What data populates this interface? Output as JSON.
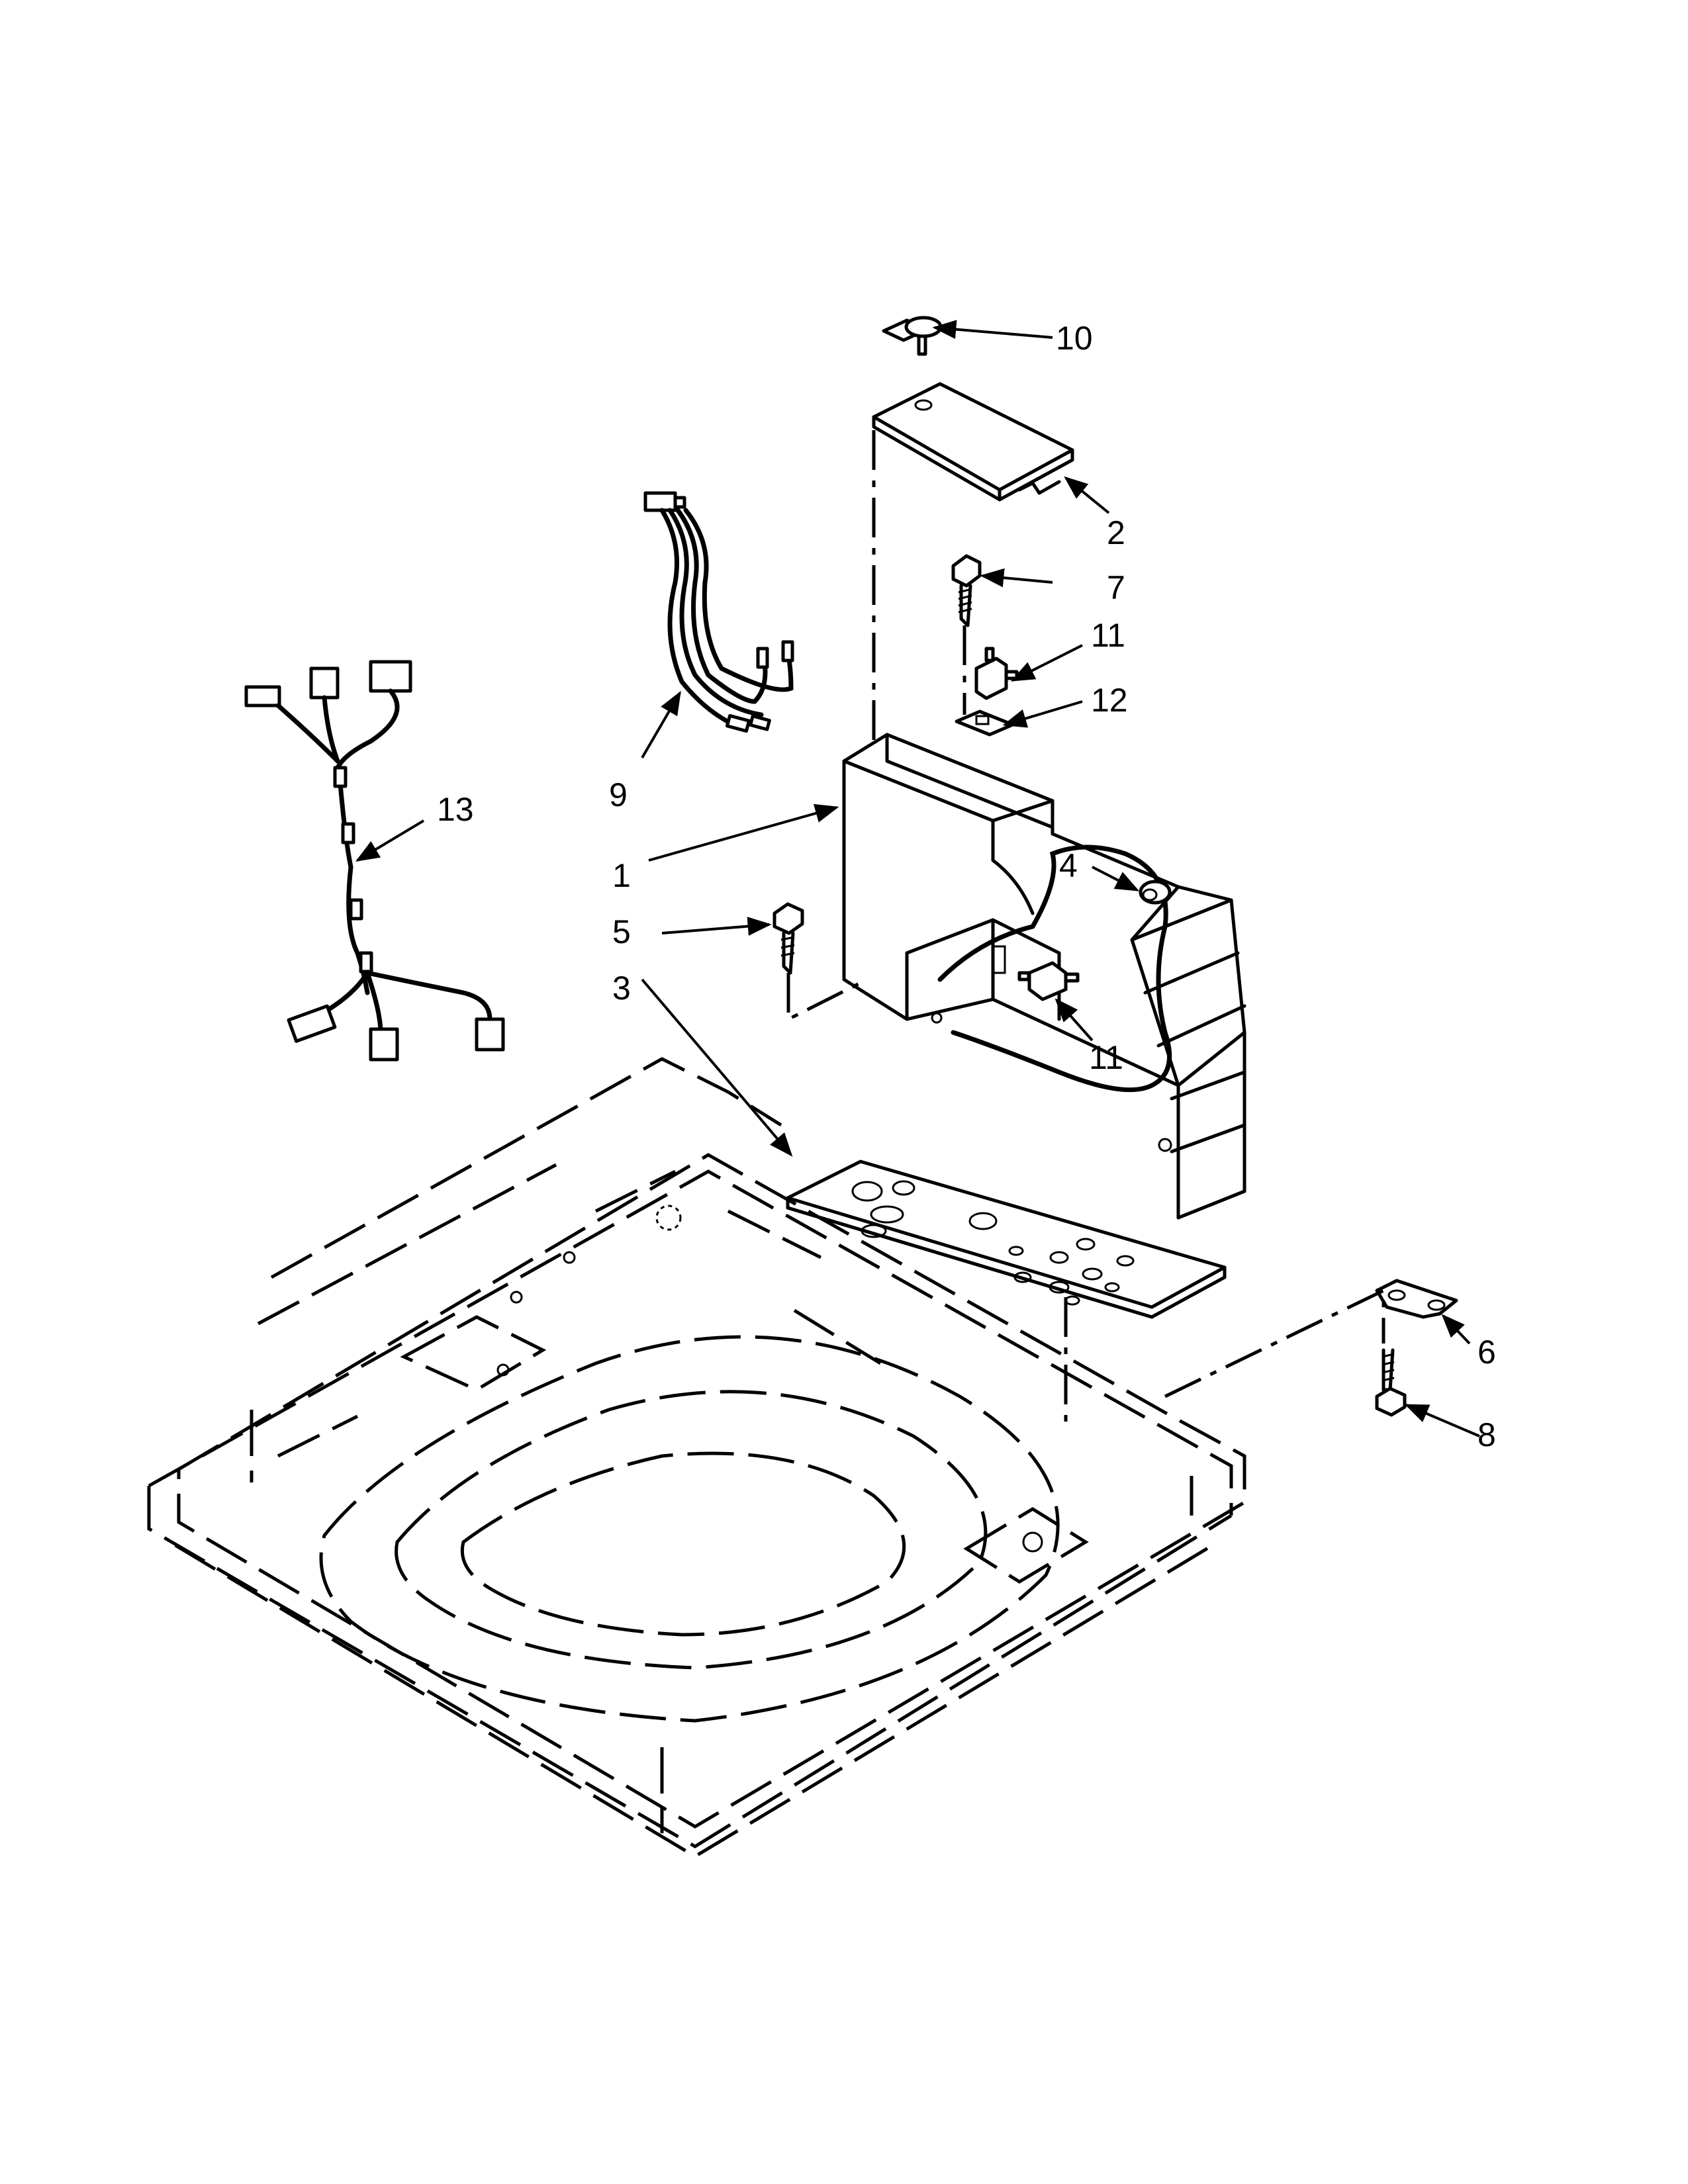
{
  "callouts": [
    {
      "id": "1",
      "label": "1"
    },
    {
      "id": "2",
      "label": "2"
    },
    {
      "id": "3",
      "label": "3"
    },
    {
      "id": "4",
      "label": "4"
    },
    {
      "id": "5",
      "label": "5"
    },
    {
      "id": "6",
      "label": "6"
    },
    {
      "id": "7",
      "label": "7"
    },
    {
      "id": "8",
      "label": "8"
    },
    {
      "id": "9",
      "label": "9"
    },
    {
      "id": "10",
      "label": "10"
    },
    {
      "id": "11a",
      "label": "11"
    },
    {
      "id": "11b",
      "label": "11"
    },
    {
      "id": "12",
      "label": "12"
    },
    {
      "id": "13",
      "label": "13"
    }
  ]
}
